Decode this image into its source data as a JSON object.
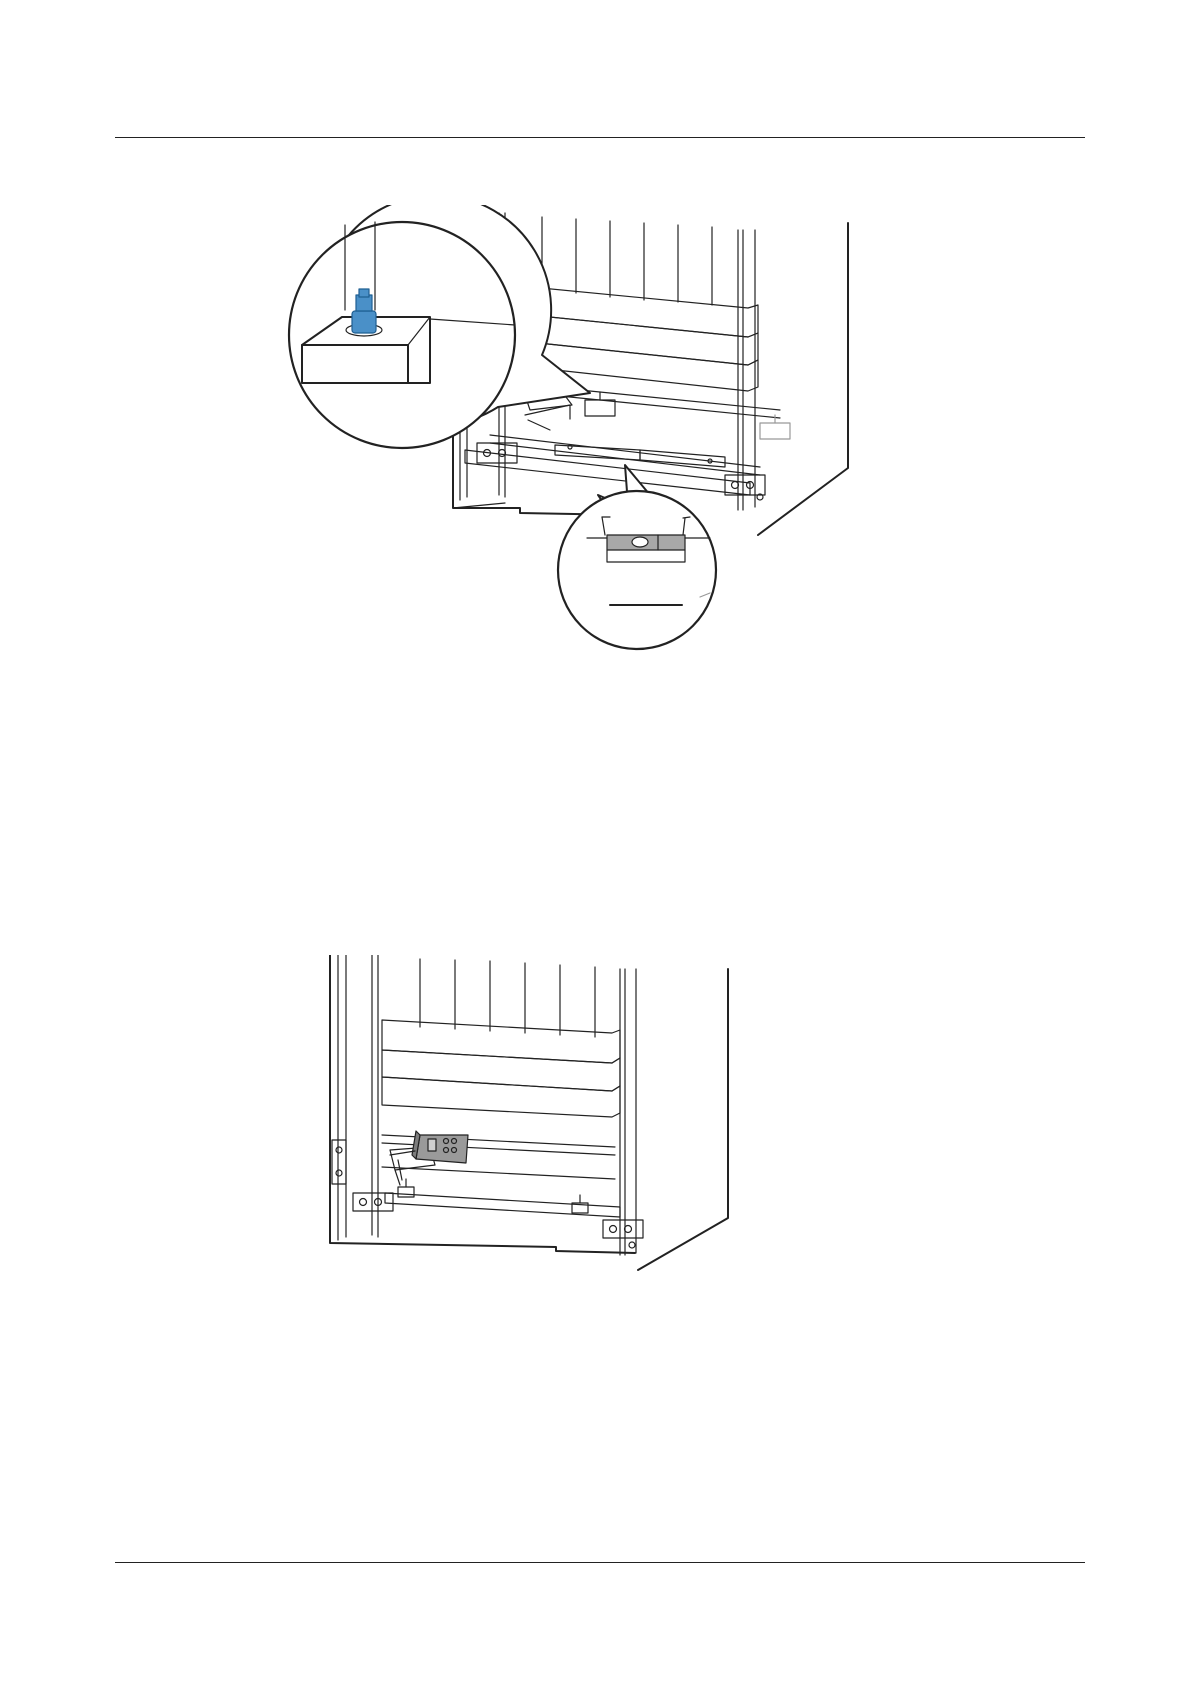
{
  "document": {
    "figures": [
      {
        "callouts": [
          "adjustable-foot-detail",
          "spirit-level-detail"
        ]
      },
      {
        "callouts": [
          "digital-level-meter"
        ]
      }
    ]
  },
  "colors": {
    "line": "#222222",
    "foot_blue": "#4a90c8",
    "foot_blue_dark": "#1f5f92",
    "level_gray": "#a8a8a8",
    "meter_gray": "#9a9a9a"
  }
}
